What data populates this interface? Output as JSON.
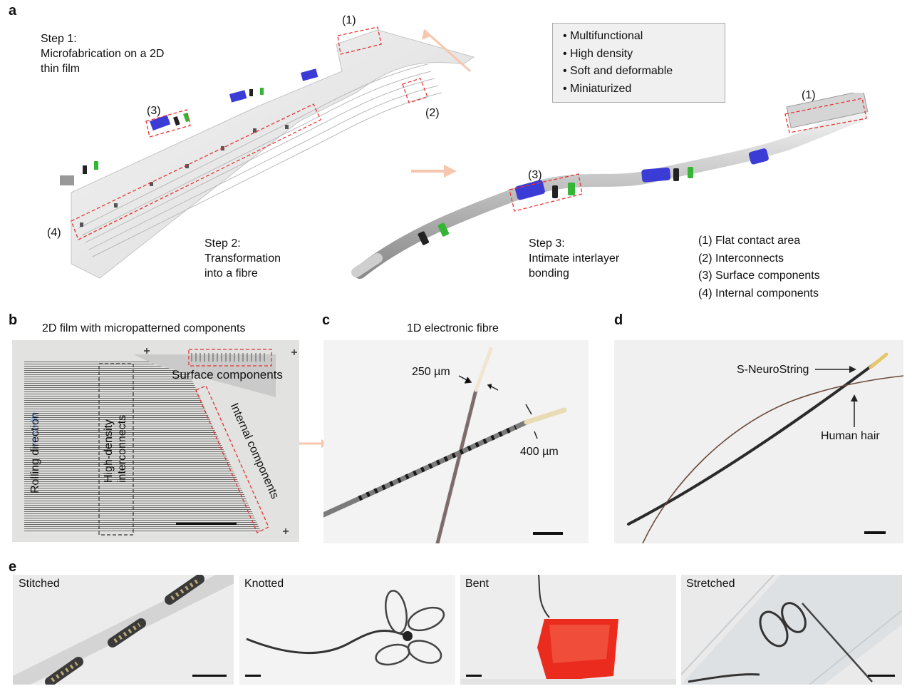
{
  "panels": {
    "a": {
      "label": "a",
      "step1": [
        "Step 1:",
        "Microfabrication on a 2D",
        "thin film"
      ],
      "step2": [
        "Step 2:",
        "Transformation",
        "into a fibre"
      ],
      "step3": [
        "Step 3:",
        "Intimate interlayer",
        "bonding"
      ],
      "callouts": {
        "c1": "(1)",
        "c2": "(2)",
        "c3": "(3)",
        "c4": "(4)",
        "c1b": "(1)",
        "c3b": "(3)"
      },
      "bullets": [
        "• Multifunctional",
        "• High density",
        "• Soft and deformable",
        "• Miniaturized"
      ],
      "legend": [
        "(1) Flat contact area",
        "(2) Interconnects",
        "(3) Surface components",
        "(4) Internal components"
      ]
    },
    "b": {
      "label": "b",
      "title": "2D film with micropatterned components",
      "surface": "Surface components",
      "internal": "Internal components",
      "rolling": "Rolling direction",
      "interconnects_1": "High-density",
      "interconnects_2": "interconnects"
    },
    "c": {
      "label": "c",
      "title": "1D electronic fibre",
      "dim1": "250 µm",
      "dim2": "400 µm"
    },
    "d": {
      "label": "d",
      "fibre": "S-NeuroString",
      "hair": "Human hair"
    },
    "e": {
      "label": "e",
      "tags": [
        "Stitched",
        "Knotted",
        "Bent",
        "Stretched"
      ]
    }
  },
  "colors": {
    "surface_blue": "#3b3bd6",
    "surface_green": "#35b535",
    "dashed_red": "#e53333",
    "arrow_peach": "#f6c7ae",
    "rolling_arrow": "#9bb4e0"
  }
}
